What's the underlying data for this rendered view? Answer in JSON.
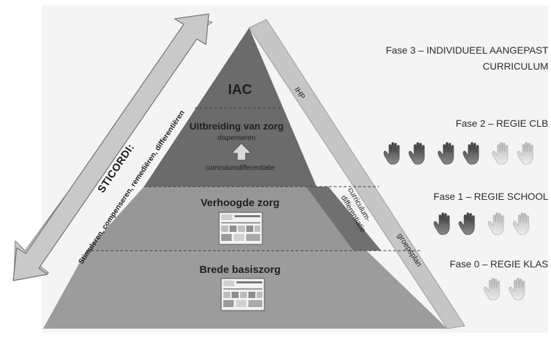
{
  "arrow": {
    "title": "STICORDI:",
    "subtitle": "Stimuleren, compenseren, remediëren, differentiëren"
  },
  "pyramid": {
    "levels": [
      {
        "title": "IAC"
      },
      {
        "title": "Uitbreiding van zorg",
        "sub1": "dispenseren",
        "sub2": "curriculumdifferentiatie"
      },
      {
        "title": "Verhoogde zorg"
      },
      {
        "title": "Brede basiszorg"
      }
    ],
    "side_labels": {
      "top": "IHP",
      "bottom": "groepsplan",
      "inner_line1": "curriculum-",
      "inner_line2": "differentiatie"
    }
  },
  "phases": [
    {
      "line1": "Fase 3 – INDIVIDUEEL AANGEPAST",
      "line2": "CURRICULUM",
      "dark_hands": 0,
      "light_hands": 0
    },
    {
      "line1": "Fase 2 – REGIE CLB",
      "dark_hands": 4,
      "light_hands": 2
    },
    {
      "line1": "Fase 1 – REGIE SCHOOL",
      "dark_hands": 2,
      "light_hands": 2
    },
    {
      "line1": "Fase 0 – REGIE KLAS",
      "dark_hands": 0,
      "light_hands": 2
    }
  ],
  "colors": {
    "top_tier": "#6b6b6b",
    "mid_tier": "#979797",
    "base_tier": "#9c9c9c",
    "side_band": "#c6c6c6",
    "arrow_fill": "#c9c9c9",
    "hand_dark": "#5a5a5a",
    "hand_light": "#c9c9c9"
  }
}
